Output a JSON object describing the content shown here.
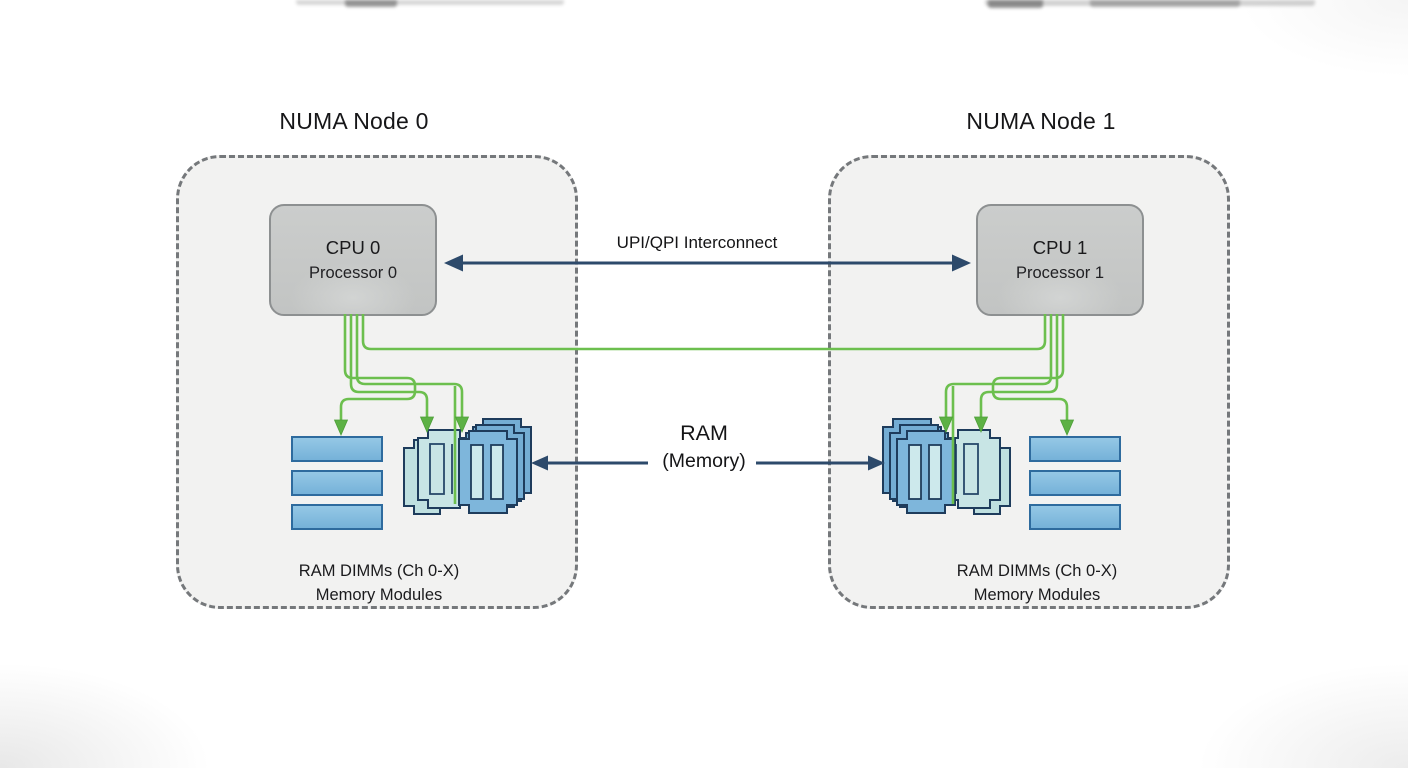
{
  "nodes": [
    {
      "title": "NUMA Node 0",
      "cpu": {
        "name": "CPU 0",
        "subtitle": "Processor 0"
      },
      "caption": {
        "line1": "RAM DIMMs (Ch 0-X)",
        "line2": "Memory Modules"
      }
    },
    {
      "title": "NUMA Node 1",
      "cpu": {
        "name": "CPU 1",
        "subtitle": "Processor 1"
      },
      "caption": {
        "line1": "RAM DIMMs (Ch 0-X)",
        "line2": "Memory Modules"
      }
    }
  ],
  "labels": {
    "interconnect": "UPI/QPI Interconnect",
    "ram_line1": "RAM",
    "ram_line2": "(Memory)"
  },
  "colors": {
    "node_fill": "#f2f2f1",
    "node_border": "#75787b",
    "cpu_fill": "#c7c9c8",
    "cpu_border": "#8d9091",
    "green_link": "#6cbf4e",
    "green_arrowhead": "#5db145",
    "navy_arrow": "#2d4a6b",
    "dimm_bar_fill": "#84bede",
    "dimm_bar_border": "#2e6b9e",
    "module_blue_fill": "#7eb6db",
    "module_light_fill": "#c8e5e5",
    "module_border": "#1e3c5c",
    "text": "#1d1d1f"
  }
}
